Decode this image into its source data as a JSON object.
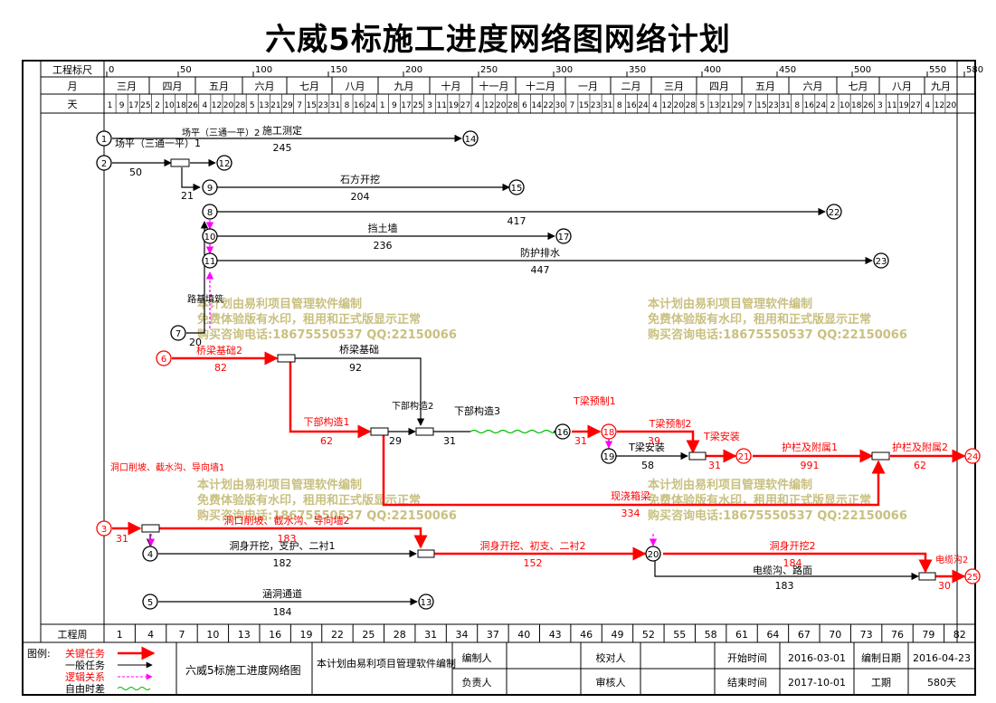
{
  "title": "六威5标施工进度网络图网络计划",
  "header": {
    "scale_label": "工程标尺",
    "month_label": "月",
    "day_label": "天",
    "week_label": "工程周",
    "scale_ticks": [
      "0",
      "50",
      "100",
      "150",
      "200",
      "250",
      "300",
      "350",
      "400",
      "450",
      "500",
      "550",
      "580"
    ],
    "months": [
      "三月",
      "四月",
      "五月",
      "六月",
      "七月",
      "八月",
      "九月",
      "十月",
      "十一月",
      "十二月",
      "一月",
      "二月",
      "三月",
      "四月",
      "五月",
      "六月",
      "七月",
      "八月",
      "九月"
    ],
    "days": [
      "1",
      "9",
      "17",
      "25",
      "2",
      "10",
      "18",
      "26",
      "4",
      "12",
      "20",
      "28",
      "5",
      "13",
      "21",
      "29",
      "7",
      "15",
      "23",
      "31",
      "8",
      "16",
      "24",
      "1",
      "9",
      "17",
      "25",
      "3",
      "11",
      "19",
      "27",
      "4",
      "12",
      "20",
      "28",
      "6",
      "14",
      "22",
      "30",
      "7",
      "15",
      "23",
      "31",
      "8",
      "16",
      "24",
      "4",
      "12",
      "20",
      "28",
      "5",
      "13",
      "21",
      "29",
      "7",
      "15",
      "23",
      "31",
      "8",
      "16",
      "24",
      "2",
      "10",
      "18",
      "26",
      "3",
      "11",
      "19",
      "27",
      "4",
      "12",
      "20"
    ],
    "weeks": [
      "1",
      "4",
      "7",
      "10",
      "13",
      "16",
      "19",
      "22",
      "25",
      "28",
      "31",
      "34",
      "37",
      "40",
      "43",
      "46",
      "49",
      "52",
      "55",
      "58",
      "61",
      "64",
      "67",
      "70",
      "73",
      "76",
      "79",
      "82"
    ]
  },
  "tasks": [
    {
      "label": "施工测定",
      "duration": "245"
    },
    {
      "label": "场平（三通一平）1",
      "duration": "50"
    },
    {
      "label": "场平（三通一平）2",
      "duration": "21"
    },
    {
      "label": "石方开挖",
      "duration": "204"
    },
    {
      "label": "417",
      "duration": ""
    },
    {
      "label": "挡土墙",
      "duration": "236"
    },
    {
      "label": "防护排水",
      "duration": "447"
    },
    {
      "label": "路基填筑",
      "duration": "20"
    },
    {
      "label": "桥梁基础2",
      "duration": "82"
    },
    {
      "label": "桥梁基础",
      "duration": "92"
    },
    {
      "label": "下部构造1",
      "duration": "62"
    },
    {
      "label": "下部构造2",
      "duration": "29"
    },
    {
      "label": "下部构造3",
      "duration": "31"
    },
    {
      "label": "T梁预制1",
      "duration": "31"
    },
    {
      "label": "T梁预制2",
      "duration": "39"
    },
    {
      "label": "T梁安装",
      "duration": "58"
    },
    {
      "label": "T梁安装",
      "duration": "31"
    },
    {
      "label": "护栏及附属1",
      "duration": "991"
    },
    {
      "label": "护栏及附属2",
      "duration": "62"
    },
    {
      "label": "现浇箱梁",
      "duration": "334"
    },
    {
      "label": "洞口削坡、截水沟、导向墙1",
      "duration": "31"
    },
    {
      "label": "洞口削坡、截水沟、导向墙2",
      "duration": "183"
    },
    {
      "label": "洞身开挖，支护、二衬1",
      "duration": "182"
    },
    {
      "label": "洞身开挖、初支、二衬2",
      "duration": "152"
    },
    {
      "label": "洞身开挖2",
      "duration": "184"
    },
    {
      "label": "电缆沟、路面",
      "duration": "183"
    },
    {
      "label": "电缆沟2",
      "duration": "30"
    },
    {
      "label": "涵洞通道",
      "duration": "184"
    }
  ],
  "nodes": [
    "1",
    "2",
    "3",
    "4",
    "5",
    "6",
    "7",
    "8",
    "9",
    "10",
    "11",
    "12",
    "13",
    "14",
    "15",
    "16",
    "17",
    "18",
    "19",
    "20",
    "21",
    "22",
    "23",
    "24",
    "25"
  ],
  "watermark": {
    "line1": "本计划由易利项目管理软件编制",
    "line2": "免费体验版有水印，租用和正式版显示正常",
    "line3": "购买咨询电话:18675550537 QQ:22150066"
  },
  "footer": {
    "legend_label": "图例:",
    "legend": [
      "关键任务",
      "一般任务",
      "逻辑关系",
      "自由时差"
    ],
    "project_name": "六威5标施工进度网络图",
    "software": "本计划由易利项目管理软件编制",
    "editor_label": "编制人",
    "responsible_label": "负责人",
    "checker_label": "校对人",
    "reviewer_label": "审核人",
    "start_label": "开始时间",
    "start_value": "2016-03-01",
    "end_label": "结束时间",
    "end_value": "2017-10-01",
    "made_date_label": "编制日期",
    "made_date_value": "2016-04-23",
    "duration_label": "工期",
    "duration_value": "580天"
  },
  "colors": {
    "critical": "#ff0000",
    "normal": "#000000",
    "logic": "#ff00ff",
    "float": "#00bb00",
    "watermark": "#c9c080"
  }
}
